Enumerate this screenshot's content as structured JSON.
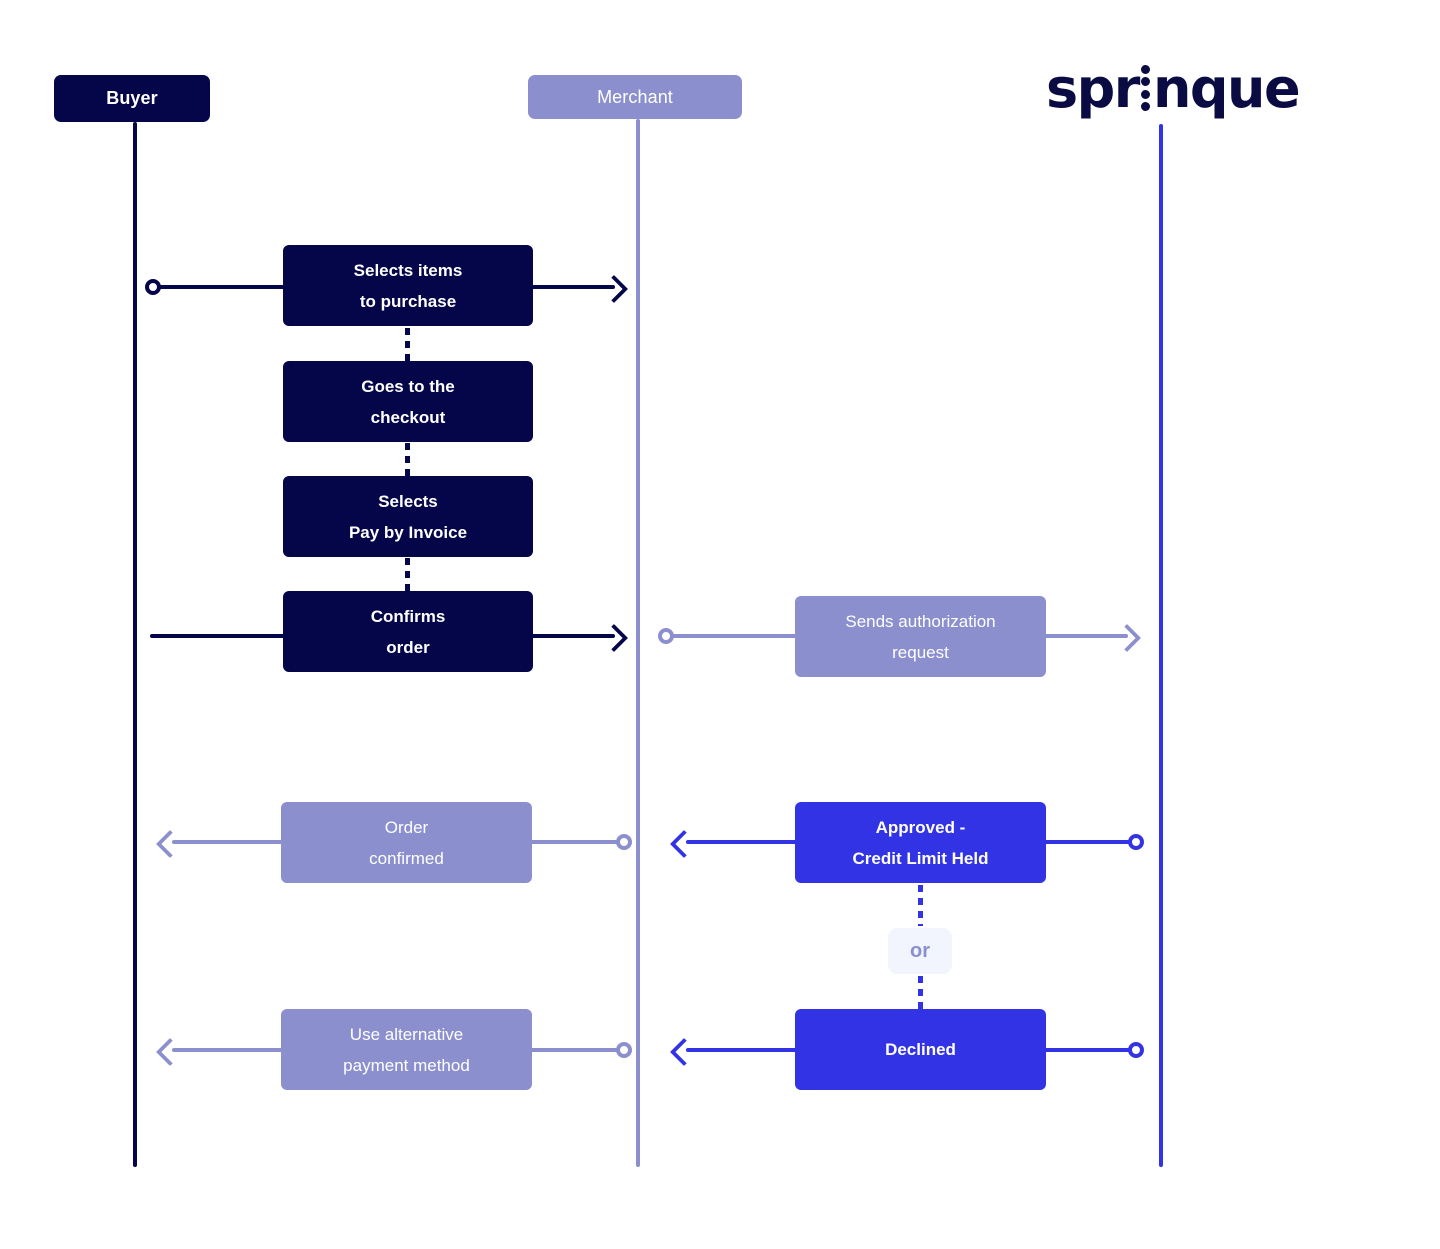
{
  "brand": {
    "logo_text_1": "spr",
    "logo_text_2": "nque",
    "logo_alt": "sprinque",
    "colors": {
      "navy": "#05054a",
      "lilac": "#8b8fce",
      "blue": "#3333e6",
      "or_badge_bg": "#f2f5fe",
      "page_bg": "#ffffff"
    }
  },
  "actors": [
    {
      "id": "buyer",
      "label": "Buyer"
    },
    {
      "id": "merchant",
      "label": "Merchant"
    },
    {
      "id": "sprinque",
      "label": "sprinque"
    }
  ],
  "steps": {
    "selects_items": {
      "line1": "Selects items",
      "line2": "to purchase"
    },
    "goes_checkout": {
      "line1": "Goes to the",
      "line2": "checkout"
    },
    "selects_pay_by_invoice": {
      "line1": "Selects",
      "line2": "Pay by Invoice"
    },
    "confirms_order": {
      "line1": "Confirms",
      "line2": "order"
    },
    "sends_authorization": {
      "line1": "Sends authorization",
      "line2": "request"
    },
    "order_confirmed": {
      "line1": "Order",
      "line2": "confirmed"
    },
    "approved": {
      "line1": "Approved -",
      "line2": "Credit Limit Held"
    },
    "declined": {
      "line1": "Declined",
      "line2": ""
    },
    "use_alternative": {
      "line1": "Use alternative",
      "line2": "payment method"
    }
  },
  "branch": {
    "or_label": "or"
  }
}
